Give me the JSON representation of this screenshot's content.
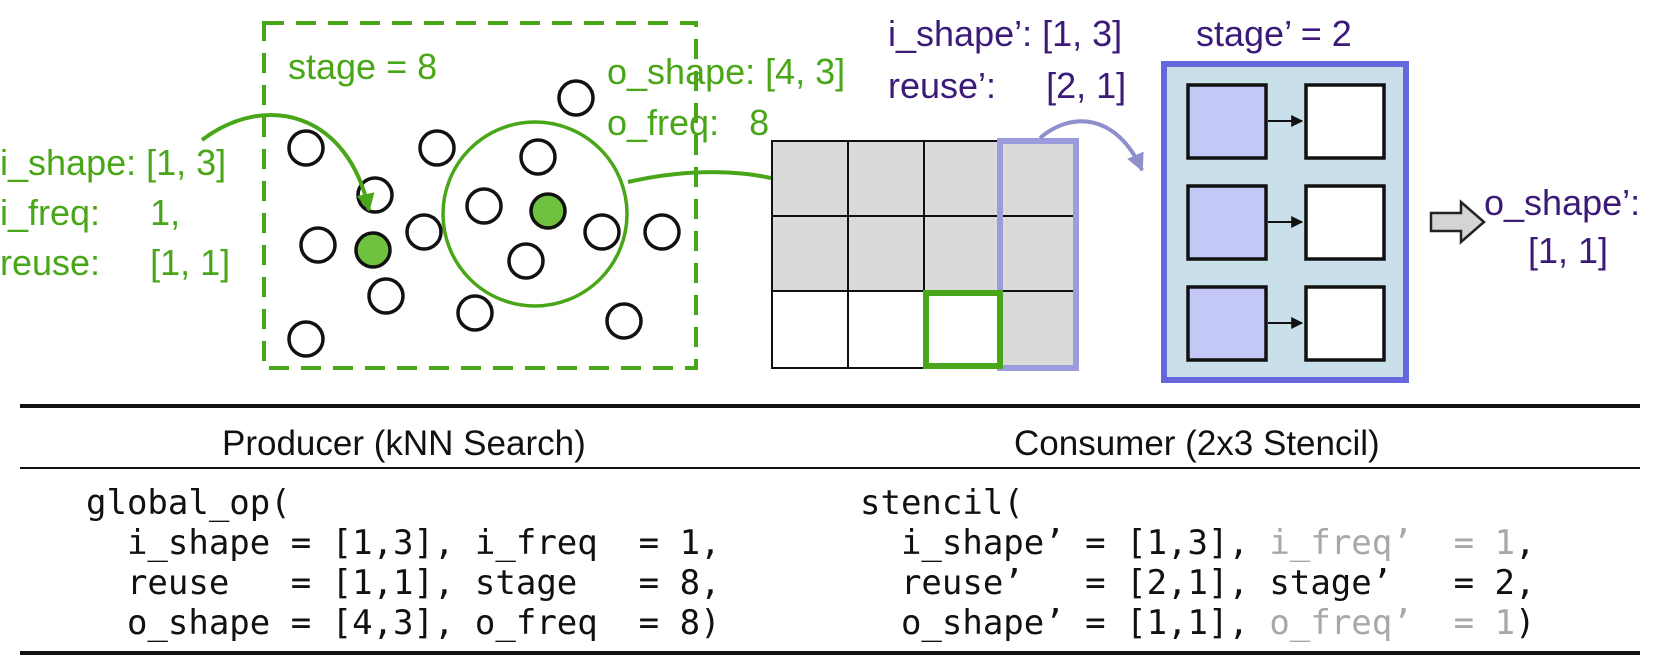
{
  "producer": {
    "stage_label": "stage = 8",
    "o_shape_label": "o_shape: [4, 3]",
    "o_freq_label": "o_freq:   8",
    "i_shape_label": "i_shape: [1, 3]",
    "i_freq_label": "i_freq:     1,",
    "reuse_label": "reuse:     [1, 1]",
    "header": "Producer (kNN Search)",
    "code": [
      [
        {
          "t": "global_op("
        }
      ],
      [
        {
          "t": "  i_shape = [1,3], i_freq  = 1,"
        }
      ],
      [
        {
          "t": "  reuse   = [1,1], stage   = 8,"
        }
      ],
      [
        {
          "t": "  o_shape = [4,3], o_freq  = 8)"
        }
      ]
    ]
  },
  "consumer": {
    "i_shape_label": "i_shape’: [1, 3]",
    "reuse_label": "reuse’:     [2, 1]",
    "stage_label": "stage’ = 2",
    "o_shape_label": "o_shape’:",
    "o_shape_value": "[1, 1]",
    "header": "Consumer (2x3 Stencil)",
    "code": [
      [
        {
          "t": "stencil("
        }
      ],
      [
        {
          "t": "  i_shape’ = [1,3], "
        },
        {
          "t": "i_freq’  = 1",
          "muted": true
        },
        {
          "t": ","
        }
      ],
      [
        {
          "t": "  reuse’   = [2,1], stage’   = 2,"
        }
      ],
      [
        {
          "t": "  o_shape’ = [1,1], "
        },
        {
          "t": "o_freq’  = 1",
          "muted": true
        },
        {
          "t": ")"
        }
      ]
    ]
  },
  "colors": {
    "producer_green": "#4aa619",
    "consumer_purple": "#3b1a78",
    "stencil_blue": "#6666dd",
    "stencil_fill": "#c9dfe9",
    "cell_lavender": "#c4c8f6",
    "grid_gray": "#dadada",
    "muted_text": "#a8a8a8"
  }
}
